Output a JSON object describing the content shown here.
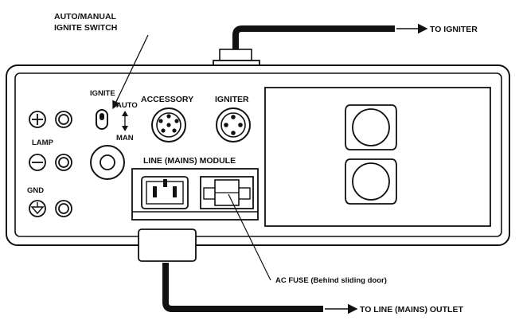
{
  "labels": {
    "to_igniter": "TO IGNITER",
    "switch_line1": "AUTO/MANUAL",
    "switch_line2": "IGNITE SWITCH",
    "ignite": "IGNITE",
    "auto": "AUTO",
    "man": "MAN",
    "accessory": "ACCESSORY",
    "igniter": "IGNITER",
    "lamp": "LAMP",
    "gnd": "GND",
    "line_module": "LINE (MAINS) MODULE",
    "ac_fuse": "AC FUSE (Behind sliding door)",
    "to_line_outlet": "TO LINE (MAINS) OUTLET"
  },
  "colors": {
    "stroke": "#111111",
    "background": "#ffffff"
  }
}
